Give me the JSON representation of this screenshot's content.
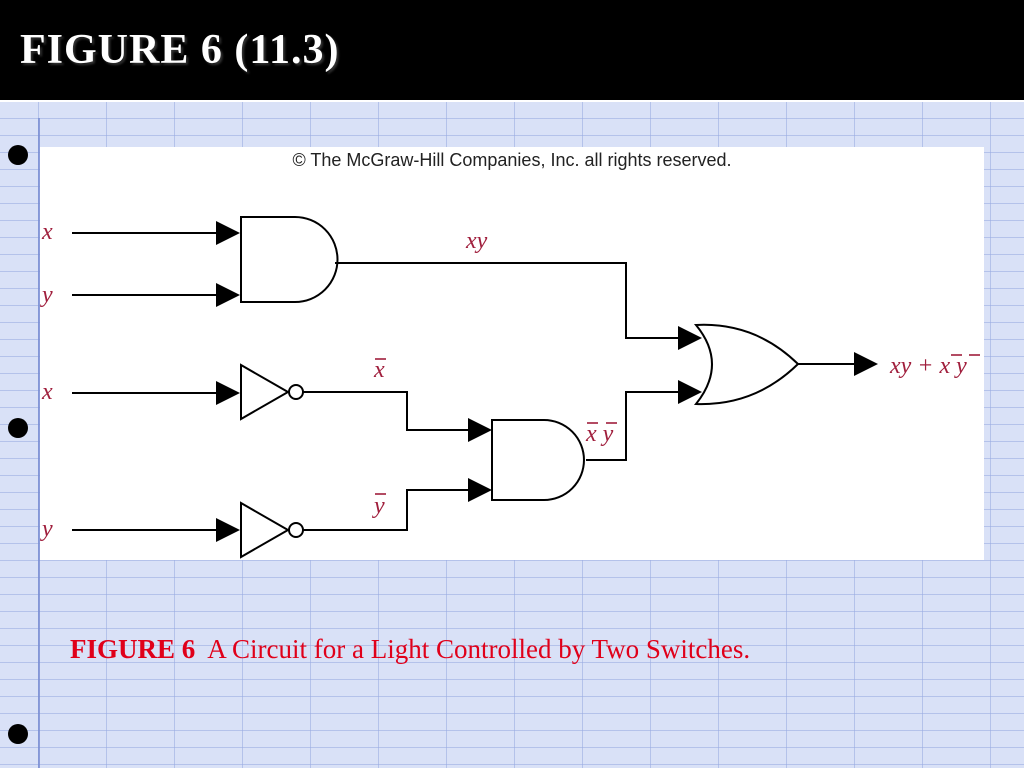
{
  "slide": {
    "title": "FIGURE 6 (11.3)",
    "copyright": "© The McGraw-Hill Companies, Inc. all rights reserved.",
    "caption_label": "FIGURE 6",
    "caption_text": "A Circuit for a Light Controlled by Two Switches."
  },
  "circuit": {
    "inputs": [
      "x",
      "y",
      "x",
      "y"
    ],
    "wire_labels": {
      "and_top_output": "xy",
      "not_x_output": "x",
      "not_y_output": "y",
      "and_bottom_output": "x y",
      "final_output": "xy + x y"
    },
    "gates": [
      "AND",
      "NOT",
      "NOT",
      "AND",
      "OR"
    ]
  },
  "colors": {
    "title_background": "#000000",
    "title_text": "#ffffff",
    "label_color": "#a01e3c",
    "caption_color": "#e0001a",
    "paper_background": "#d9e1f7"
  }
}
